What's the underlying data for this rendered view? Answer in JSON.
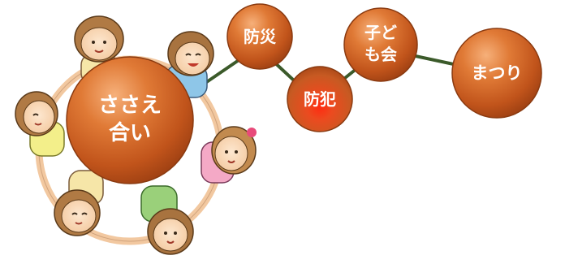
{
  "nodes": {
    "center": {
      "line1": "ささえ",
      "line2": "合い"
    },
    "bousai": {
      "label": "防災"
    },
    "bouhan": {
      "label": "防犯"
    },
    "kodomokai": {
      "line1": "子ど",
      "line2": "も会"
    },
    "matsuri": {
      "label": "まつり"
    }
  },
  "colors": {
    "ball": "#c85a1e",
    "ball_highlight": "#f2a36a",
    "ball_glow_red": "#ff2a10",
    "connector": "#3b5a2a",
    "label_text": "#ffffff"
  },
  "decoration": {
    "illustration": "ring of children holding hands around central circle"
  }
}
